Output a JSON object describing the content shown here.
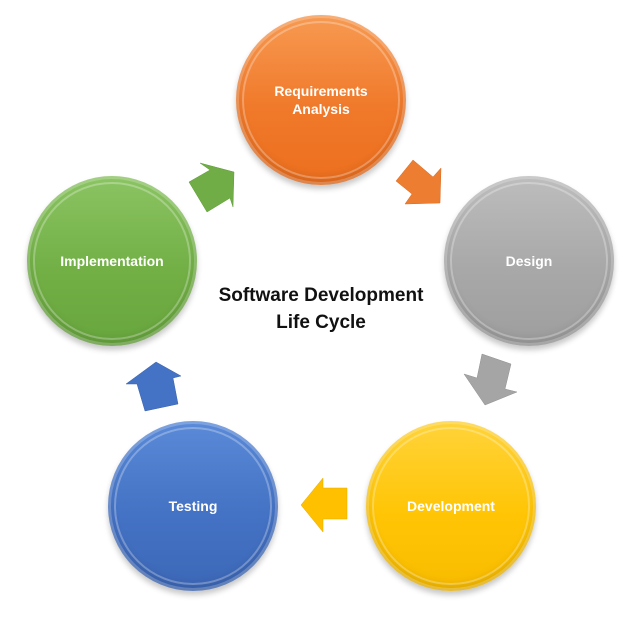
{
  "diagram": {
    "title": "Software Development\nLife Cycle",
    "stages": [
      {
        "id": "requirements",
        "label": "Requirements\nAnalysis",
        "color": "#F0792A",
        "color_light": "#F79A52"
      },
      {
        "id": "design",
        "label": "Design",
        "color": "#A5A5A5",
        "color_light": "#C0C0C0"
      },
      {
        "id": "development",
        "label": "Development",
        "color": "#FFC000",
        "color_light": "#FFD33A"
      },
      {
        "id": "testing",
        "label": "Testing",
        "color": "#4472C4",
        "color_light": "#5A8AD8"
      },
      {
        "id": "implementation",
        "label": "Implementation",
        "color": "#70AD47",
        "color_light": "#8BC463"
      }
    ],
    "arrows": [
      {
        "from": "requirements",
        "to": "design",
        "color": "#ED7D31"
      },
      {
        "from": "design",
        "to": "development",
        "color": "#A5A5A5"
      },
      {
        "from": "development",
        "to": "testing",
        "color": "#FFC000"
      },
      {
        "from": "testing",
        "to": "implementation",
        "color": "#4472C4"
      },
      {
        "from": "implementation",
        "to": "requirements",
        "color": "#70AD47"
      }
    ]
  }
}
